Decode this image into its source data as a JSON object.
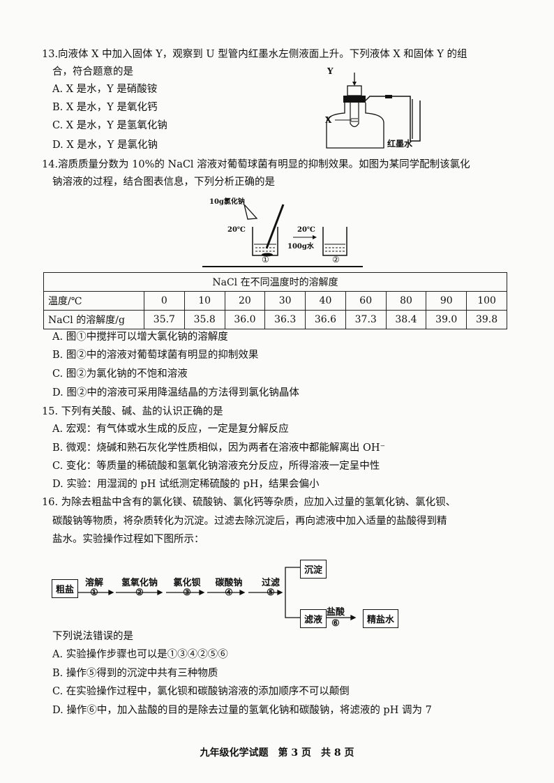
{
  "q13": {
    "stem1": "13.向液体 X 中加入固体 Y，观察到 U 型管内红墨水左侧液面上升。下列液体 X 和固体 Y 的组",
    "stem2": "合，符合题意的是",
    "options": [
      "A. X 是水，Y 是硝酸铵",
      "B. X 是水，Y 是氧化钙",
      "C. X 是水，Y 是氢氧化钠",
      "D. X 是水，Y 是氯化钠"
    ],
    "figure": {
      "label_y": "Y",
      "label_x": "X",
      "label_ink": "红墨水"
    }
  },
  "q14": {
    "stem1": "14.溶质质量分数为 10%的 NaCl 溶液对葡萄球菌有明显的抑制效果。如图为某同学配制该氯化",
    "stem2": "钠溶液的过程，结合图表信息，下列分析正确的是",
    "figure": {
      "salt": "10g氯化钠",
      "temp1": "20℃",
      "water": "100g水",
      "temp2": "20℃",
      "step1": "①",
      "step2": "②"
    },
    "table": {
      "title": "NaCl 在不同温度时的溶解度",
      "row1_label": "温度/℃",
      "temps": [
        "0",
        "10",
        "20",
        "30",
        "40",
        "60",
        "80",
        "90",
        "100"
      ],
      "row2_label": "NaCl 的溶解度/g",
      "solubility": [
        "35.7",
        "35.8",
        "36.0",
        "36.3",
        "36.6",
        "37.3",
        "38.4",
        "39.0",
        "39.8"
      ]
    },
    "options": [
      "A. 图①中搅拌可以增大氯化钠的溶解度",
      "B. 图②中的溶液对葡萄球菌有明显的抑制效果",
      "C. 图②为氯化钠的不饱和溶液",
      "D. 图②中的溶液可采用降温结晶的方法得到氯化钠晶体"
    ]
  },
  "q15": {
    "stem": "15. 下列有关酸、碱、盐的认识正确的是",
    "options": [
      "A. 宏观：有气体或水生成的反应，一定是复分解反应",
      "B. 微观：烧碱和熟石灰化学性质相似，因为两者在溶液中都能解离出 OH⁻",
      "C. 变化：等质量的稀硫酸和氢氧化钠溶液充分反应，所得溶液一定呈中性",
      "D. 实验：用湿润的 pH 试纸测定稀硫酸的 pH，结果会偏小"
    ]
  },
  "q16": {
    "stem1": "16. 为除去粗盐中含有的氯化镁、硫酸钠、氯化钙等杂质，应加入过量的氢氧化钠、氯化钡、",
    "stem2": "碳酸钠等物质，将杂质转化为沉淀。过滤去除沉淀后，再向滤液中加入适量的盐酸得到精",
    "stem3": "盐水。实验操作过程如下图所示：",
    "flow": {
      "start": "粗盐",
      "steps": [
        {
          "top": "溶解",
          "num": "①"
        },
        {
          "top": "氢氧化钠",
          "num": "②"
        },
        {
          "top": "氯化钡",
          "num": "③"
        },
        {
          "top": "碳酸钠",
          "num": "④"
        },
        {
          "top": "过滤",
          "num": "⑤"
        }
      ],
      "precipitate": "沉淀",
      "filtrate": "滤液",
      "acid": "盐酸",
      "acid_num": "⑥",
      "end": "精盐水"
    },
    "question": "下列说法错误的是",
    "options": [
      "A. 实验操作步骤也可以是①③④②⑤⑥",
      "B. 操作⑤得到的沉淀中共有三种物质",
      "C. 在实验操作过程中，氯化钡和碳酸钠溶液的添加顺序不可以颠倒",
      "D. 操作⑥中，加入盐酸的目的是除去过量的氢氧化钠和碳酸钠，将滤液的 pH 调为 7"
    ]
  },
  "footer": "九年级化学试题　第 3 页　共 8 页"
}
